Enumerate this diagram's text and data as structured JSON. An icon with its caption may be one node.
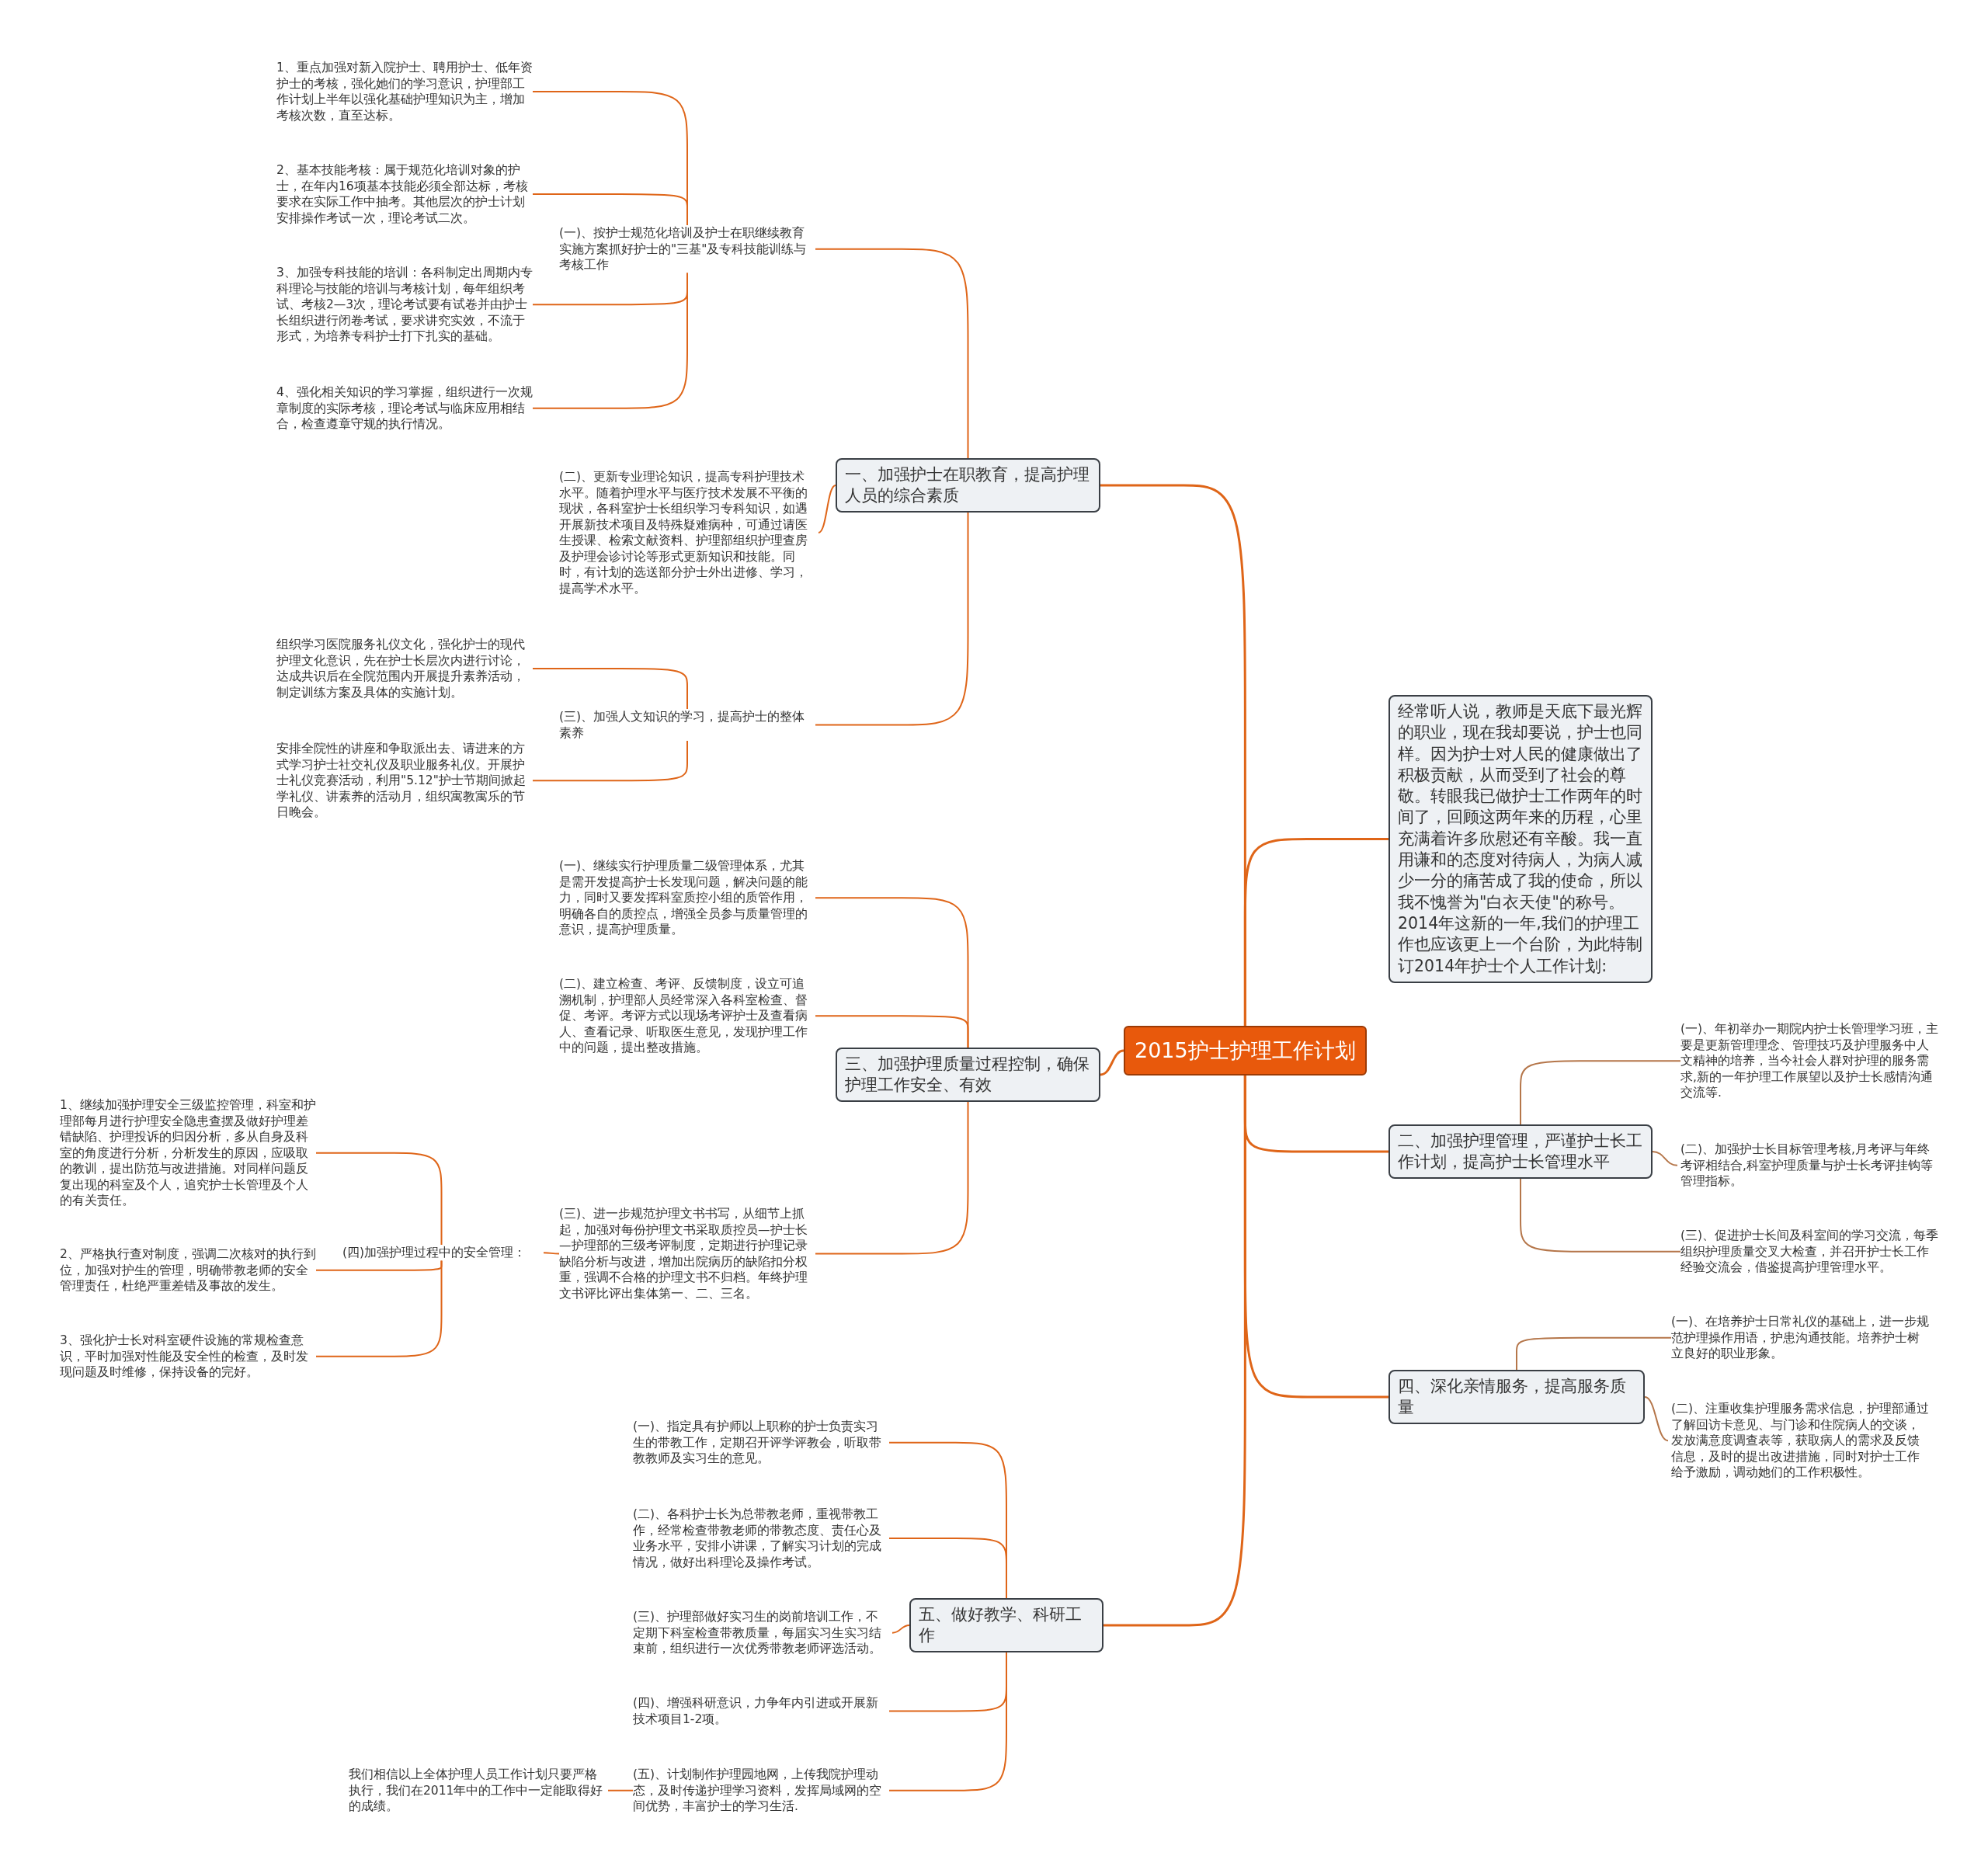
{
  "diagram": {
    "nodes": [
      {
        "text": [
          "2015护士护理工作计划"
        ]
      },
      {
        "text": [
          "一、加强护士在职教育，提高护理人员的综合素质"
        ]
      },
      {
        "text": [
          "(一)、按护士规范化培训及护士在职继续教育实施方案抓好护士的\"三基\"及专科技能训练与考核工作"
        ]
      },
      {
        "text": [
          "1、重点加强对新入院护士、聘用护士、低年资护士的考核，强化她们的学习意识，护理部工作计划上半年以强化基础护理知识为主，增加考核次数，直至达标。"
        ]
      },
      {
        "text": [
          "2、基本技能考核：属于规范化培训对象的护士，在年内16项基本技能必须全部达标，考核要求在实际工作中抽考。其他层次的护士计划安排操作考试一次，理论考试二次。"
        ]
      },
      {
        "text": [
          "3、加强专科技能的培训：各科制定出周期内专科理论与技能的培训与考核计划，每年组织考试、考核2—3次，理论考试要有试卷并由护士长组织进行闭卷考试，要求讲究实效，不流于形式，为培养专科护士打下扎实的基础。"
        ]
      },
      {
        "text": [
          "4、强化相关知识的学习掌握，组织进行一次规章制度的实际考核，理论考试与临床应用相结合，检查遵章守规的执行情况。"
        ]
      },
      {
        "text": [
          "(二)、更新专业理论知识，提高专科护理技术水平。随着护理水平与医疗技术发展不平衡的现状，各科室护士长组织学习专科知识，如遇开展新技术项目及特殊疑难病种，可通过请医生授课、检索文献资料、护理部组织护理查房及护理会诊讨论等形式更新知识和技能。同时，有计划的选送部分护士外出进修、学习，提高学术水平。"
        ]
      },
      {
        "text": [
          "(三)、加强人文知识的学习，提高护士的整体素养"
        ]
      },
      {
        "text": [
          "组织学习医院服务礼仪文化，强化护士的现代护理文化意识，先在护士长层次内进行讨论，达成共识后在全院范围内开展提升素养活动，制定训练方案及具体的实施计划。"
        ]
      },
      {
        "text": [
          "安排全院性的讲座和争取派出去、请进来的方式学习护士社交礼仪及职业服务礼仪。开展护士礼仪竞赛活动，利用\"5.12\"护士节期间掀起学礼仪、讲素养的活动月，组织寓教寓乐的节日晚会。"
        ]
      },
      {
        "text": [
          "三、加强护理质量过程控制，确保护理工作安全、有效"
        ]
      },
      {
        "text": [
          "(一)、继续实行护理质量二级管理体系，尤其是需开发提高护士长发现问题，解决问题的能力，同时又要发挥科室质控小组的质管作用，明确各自的质控点，增强全员参与质量管理的意识，提高护理质量。"
        ]
      },
      {
        "text": [
          "(二)、建立检查、考评、反馈制度，设立可追溯机制，护理部人员经常深入各科室检查、督促、考评。考评方式以现场考评护士及查看病人、查看记录、听取医生意见，发现护理工作中的问题，提出整改措施。"
        ]
      },
      {
        "text": [
          "(三)、进一步规范护理文书书写，从细节上抓起，加强对每份护理文书采取质控员—护士长—护理部的三级考评制度，定期进行护理记录缺陷分析与改进，增加出院病历的缺陷扣分权重，强调不合格的护理文书不归档。年终护理文书评比评出集体第一、二、三名。"
        ]
      },
      {
        "text": [
          "(四)加强护理过程中的安全管理："
        ]
      },
      {
        "text": [
          "1、继续加强护理安全三级监控管理，科室和护理部每月进行护理安全隐患查摆及做好护理差错缺陷、护理投诉的归因分析，多从自身及科室的角度进行分析，分析发生的原因，应吸取的教训，提出防范与改进措施。对同样问题反复出现的科室及个人，追究护士长管理及个人的有关责任。"
        ]
      },
      {
        "text": [
          "2、严格执行查对制度，强调二次核对的执行到位，加强对护生的管理，明确带教老师的安全管理责任，杜绝严重差错及事故的发生。"
        ]
      },
      {
        "text": [
          "3、强化护士长对科室硬件设施的常规检查意识，平时加强对性能及安全性的检查，及时发现问题及时维修，保持设备的完好。"
        ]
      },
      {
        "text": [
          "经常听人说，教师是天底下最光辉的职业，现在我却要说，护士也同样。因为护士对人民的健康做出了积极贡献，从而受到了社会的尊敬。转眼我已做护士工作两年的时间了，回顾这两年来的历程，心里充满着许多欣慰还有辛酸。我一直用谦和的态度对待病人，为病人减少一分的痛苦成了我的使命，所以我不愧誉为\"白衣天使\"的称号。2014年这新的一年,我们的护理工作也应该更上一个台阶，为此特制订2014年护士个人工作计划:"
        ]
      },
      {
        "text": [
          "二、加强护理管理，严谨护士长工作计划，提高护士长管理水平"
        ]
      },
      {
        "text": [
          "(一)、年初举办一期院内护士长管理学习班，主要是更新管理理念、管理技巧及护理服务中人文精神的培养，当今社会人群对护理的服务需求,新的一年护理工作展望以及护士长感情沟通交流等."
        ]
      },
      {
        "text": [
          "(二)、加强护士长目标管理考核,月考评与年终考评相结合,科室护理质量与护士长考评挂钩等管理指标。"
        ]
      },
      {
        "text": [
          "(三)、促进护士长间及科室间的学习交流，每季组织护理质量交叉大检查，并召开护士长工作经验交流会，借鉴提高护理管理水平。"
        ]
      },
      {
        "text": [
          "四、深化亲情服务，提高服务质量"
        ]
      },
      {
        "text": [
          "(一)、在培养护士日常礼仪的基础上，进一步规范护理操作用语，护患沟通技能。培养护士树立良好的职业形象。"
        ]
      },
      {
        "text": [
          "(二)、注重收集护理服务需求信息，护理部通过了解回访卡意见、与门诊和住院病人的交谈，发放满意度调查表等，获取病人的需求及反馈信息，及时的提出改进措施，同时对护士工作给予激励，调动她们的工作积极性。"
        ]
      },
      {
        "text": [
          "五、做好教学、科研工作"
        ]
      },
      {
        "text": [
          "(一)、指定具有护师以上职称的护士负责实习生的带教工作，定期召开评学评教会，听取带教教师及实习生的意见。"
        ]
      },
      {
        "text": [
          "(二)、各科护士长为总带教老师，重视带教工作，经常检查带教老师的带教态度、责任心及业务水平，安排小讲课，了解实习计划的完成情况，做好出科理论及操作考试。"
        ]
      },
      {
        "text": [
          "(三)、护理部做好实习生的岗前培训工作，不定期下科室检查带教质量，每届实习生实习结束前，组织进行一次优秀带教老师评选活动。"
        ]
      },
      {
        "text": [
          "(四)、增强科研意识，力争年内引进或开展新技术项目1-2项。"
        ]
      },
      {
        "text": [
          "(五)、计划制作护理园地网，上传我院护理动态，及时传递护理学习资料，发挥局域网的空间优势，丰富护士的学习生活."
        ]
      },
      {
        "text": [
          "我们相信以上全体护理人员工作计划只要严格执行，我们在2011年中的工作中一定能取得好的成绩。"
        ]
      }
    ],
    "edges": [
      {
        "from": 0,
        "to": 1,
        "arrow": "none"
      },
      {
        "from": 0,
        "to": 11,
        "arrow": "none"
      },
      {
        "from": 0,
        "to": 19,
        "arrow": "none"
      },
      {
        "from": 0,
        "to": 20,
        "arrow": "none"
      },
      {
        "from": 0,
        "to": 24,
        "arrow": "none"
      },
      {
        "from": 0,
        "to": 27,
        "arrow": "none"
      },
      {
        "from": 1,
        "to": 2,
        "arrow": "none"
      },
      {
        "from": 1,
        "to": 7,
        "arrow": "none"
      },
      {
        "from": 1,
        "to": 8,
        "arrow": "none"
      },
      {
        "from": 2,
        "to": 3,
        "arrow": "none"
      },
      {
        "from": 2,
        "to": 4,
        "arrow": "none"
      },
      {
        "from": 2,
        "to": 5,
        "arrow": "none"
      },
      {
        "from": 2,
        "to": 6,
        "arrow": "none"
      },
      {
        "from": 8,
        "to": 9,
        "arrow": "none"
      },
      {
        "from": 8,
        "to": 10,
        "arrow": "none"
      },
      {
        "from": 11,
        "to": 12,
        "arrow": "none"
      },
      {
        "from": 11,
        "to": 13,
        "arrow": "none"
      },
      {
        "from": 11,
        "to": 14,
        "arrow": "none"
      },
      {
        "from": 14,
        "to": 15,
        "arrow": "none"
      },
      {
        "from": 15,
        "to": 16,
        "arrow": "none"
      },
      {
        "from": 15,
        "to": 17,
        "arrow": "none"
      },
      {
        "from": 15,
        "to": 18,
        "arrow": "none"
      },
      {
        "from": 20,
        "to": 21,
        "arrow": "none",
        "color": "#b5764a"
      },
      {
        "from": 20,
        "to": 22,
        "arrow": "none",
        "color": "#b5764a"
      },
      {
        "from": 20,
        "to": 23,
        "arrow": "none",
        "color": "#b5764a"
      },
      {
        "from": 24,
        "to": 25,
        "arrow": "none",
        "color": "#b5764a"
      },
      {
        "from": 24,
        "to": 26,
        "arrow": "none",
        "color": "#b5764a"
      },
      {
        "from": 27,
        "to": 28,
        "arrow": "none"
      },
      {
        "from": 27,
        "to": 29,
        "arrow": "none"
      },
      {
        "from": 27,
        "to": 30,
        "arrow": "none"
      },
      {
        "from": 27,
        "to": 31,
        "arrow": "none"
      },
      {
        "from": 27,
        "to": 32,
        "arrow": "none"
      },
      {
        "from": 32,
        "to": 33,
        "arrow": "none"
      }
    ]
  }
}
